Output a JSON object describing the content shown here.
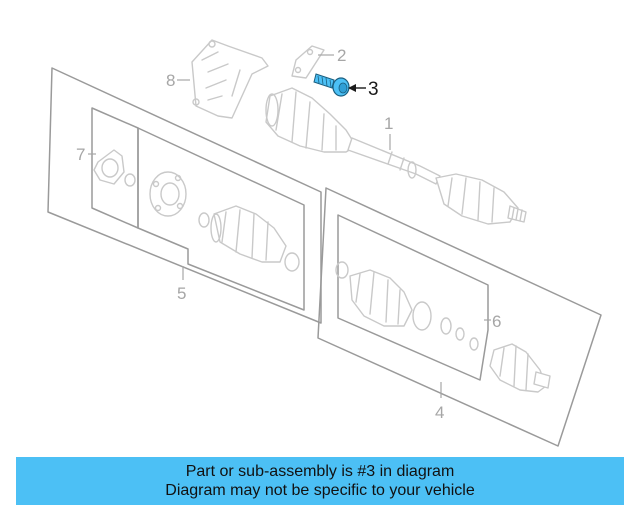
{
  "callouts": {
    "c1": "1",
    "c2": "2",
    "c3": "3",
    "c4": "4",
    "c5": "5",
    "c6": "6",
    "c7": "7",
    "c8": "8"
  },
  "highlight": {
    "part_number": "3",
    "color": "#4cc0f5"
  },
  "banner": {
    "line1": "Part or sub-assembly is #3 in diagram",
    "line2": "Diagram may not be specific to your vehicle",
    "background": "#4cc0f5"
  }
}
